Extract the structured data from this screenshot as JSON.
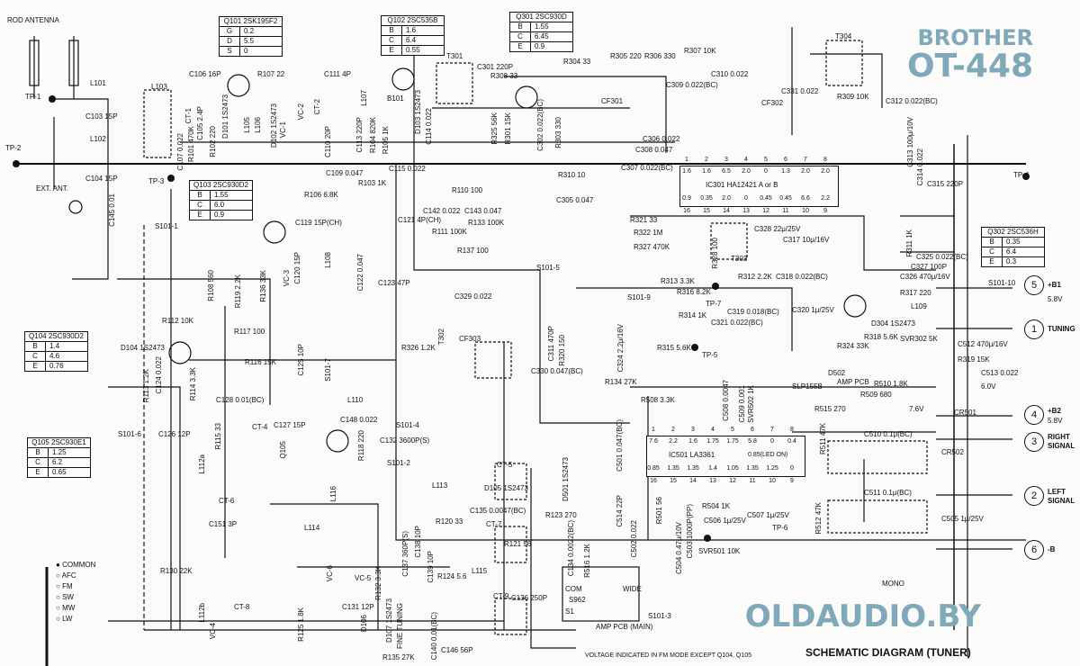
{
  "brand": {
    "line1": "BROTHER",
    "line2": "OT-448",
    "watermark": "OLDAUDIO.BY"
  },
  "title": "SCHEMATIC DIAGRAM (TUNER)",
  "note": "VOLTAGE INDICATED IN FM MODE EXCEPT Q104, Q105",
  "tables": [
    {
      "header": "Q101  2SK195F2",
      "rows": [
        [
          "G",
          "0.2"
        ],
        [
          "D",
          "5.5"
        ],
        [
          "S",
          "0"
        ]
      ]
    },
    {
      "header": "Q102  2SC535B",
      "rows": [
        [
          "B",
          "1.6"
        ],
        [
          "C",
          "6.4"
        ],
        [
          "E",
          "0.55"
        ]
      ]
    },
    {
      "header": "Q301  2SC930D",
      "rows": [
        [
          "B",
          "1.55"
        ],
        [
          "C",
          "6.45"
        ],
        [
          "E",
          "0.9"
        ]
      ]
    },
    {
      "header": "Q103  2SC930D2",
      "rows": [
        [
          "B",
          "1.55"
        ],
        [
          "C",
          "6.0"
        ],
        [
          "E",
          "0.9"
        ]
      ]
    },
    {
      "header": "Q104  2SC930D2",
      "rows": [
        [
          "B",
          "1.4"
        ],
        [
          "C",
          "4.6"
        ],
        [
          "E",
          "0.76"
        ]
      ]
    },
    {
      "header": "Q105  2SC930E1",
      "rows": [
        [
          "B",
          "1.25"
        ],
        [
          "C",
          "6.2"
        ],
        [
          "E",
          "0.65"
        ]
      ]
    },
    {
      "header": "Q302  2SC536H",
      "rows": [
        [
          "B",
          "0.35"
        ],
        [
          "C",
          "6.4"
        ],
        [
          "E",
          "0.3"
        ]
      ]
    }
  ],
  "terminals": [
    {
      "num": "5",
      "label": "+B1",
      "volt": "5.8V"
    },
    {
      "num": "1",
      "label": "TUNING"
    },
    {
      "num": "4",
      "label": "+B2",
      "volt": "5.8V"
    },
    {
      "num": "3",
      "label": "RIGHT SIGNAL"
    },
    {
      "num": "2",
      "label": "LEFT SIGNAL"
    },
    {
      "num": "6",
      "label": "-B"
    }
  ],
  "ic301": {
    "name": "IC301   HA12421 A or B",
    "top": [
      "1.6",
      "1.6",
      "6.5",
      "2.0",
      "0",
      "1.3",
      "2.0",
      "2.0"
    ],
    "top_pins": [
      "1",
      "2",
      "3",
      "4",
      "5",
      "6",
      "7",
      "8"
    ],
    "bottom": [
      "0.9",
      "0.35",
      "2.0",
      "0",
      "0.45",
      "0.45",
      "6.6",
      "2.2"
    ],
    "bottom_pins": [
      "16",
      "15",
      "14",
      "13",
      "12",
      "11",
      "10",
      "9"
    ]
  },
  "ic501": {
    "name": "IC501   LA3361",
    "top": [
      "7.6",
      "2.2",
      "1.6",
      "1.75",
      "1.75",
      "5.8",
      "0",
      "0.4"
    ],
    "top_pins": [
      "1",
      "2",
      "3",
      "4",
      "5",
      "6",
      "7",
      "8"
    ],
    "extra": "0.85(LED ON)",
    "bottom": [
      "0.85",
      "1.35",
      "1.35",
      "1.4",
      "1.05",
      "1.35",
      "1.25",
      "0"
    ],
    "bottom_pins": [
      "16",
      "15",
      "14",
      "13",
      "12",
      "11",
      "10",
      "9"
    ]
  },
  "legend": {
    "items": [
      "COMMON",
      "AFC",
      "FM",
      "SW",
      "MW",
      "LW"
    ]
  },
  "labels": [
    "ROD ANTENNA",
    "TP-1",
    "L101",
    "C103 15P",
    "TP-2",
    "L102",
    "C104 15P",
    "EXT. ANT.",
    "C145 0.01",
    "L103",
    "C106 16P",
    "CT-1",
    "C105 2.4P",
    "R101 470K",
    "C107 0.022",
    "R102 220",
    "D101 1S2473",
    "L105",
    "L106",
    "D102 1S2473",
    "VC-1",
    "VC-2",
    "CT-2",
    "R107 22",
    "C111 4P",
    "C110 20P",
    "L107",
    "C113 220P",
    "R104 820K",
    "R105 1K",
    "B101",
    "D103 1S2473",
    "C114 0.022",
    "T301",
    "C301 220P",
    "R308 33",
    "R325 56K",
    "R301 15K",
    "C302 0.022(BC)",
    "R303 330",
    "R304 33",
    "R305 220",
    "CF301",
    "R306 330",
    "C309 0.022(BC)",
    "C310 0.022",
    "R307 10K",
    "T304",
    "R309 10K",
    "CF302",
    "C331 0.022",
    "C312 0.022(BC)",
    "C313 100μ/10V",
    "C314 0.022",
    "C315 220P",
    "TP-4",
    "C306 0.022",
    "C307 0.022(BC)",
    "C308 0.047",
    "C109 0.047",
    "R103 1K",
    "C115 0.022",
    "TP-3",
    "R106 6.8K",
    "C119 15P(CH)",
    "C121 4P(CH)",
    "R110 100",
    "C142 0.022",
    "R111 100K",
    "C143 0.047",
    "R133 100K",
    "C305 0.047",
    "R310 10",
    "R321 33",
    "R322 1M",
    "R327 470K",
    "R328 100",
    "T303",
    "C328 22μ/25V",
    "C317 10μ/16V",
    "R311 1K",
    "C327 100P",
    "C325 0.022(BC)",
    "C326 470μ/16V",
    "R317 220",
    "S101-10",
    "R137 100",
    "S101-1",
    "S101-5",
    "C329 0.022",
    "R312 2.2K",
    "C318 0.022(BC)",
    "R313 3.3K",
    "R316 8.2K",
    "TP-7",
    "C319 0.018(BC)",
    "C320 1μ/25V",
    "C321 0.022(BC)",
    "R314 1K",
    "S101-9",
    "R315 5.6K",
    "TP-5",
    "D304 1S2473",
    "R318 5.6K",
    "SVR302 5K",
    "R324 33K",
    "C512 470μ/16V",
    "R319 15K",
    "C513 0.022",
    "6.0V",
    "L109",
    "R108 560",
    "R119 2.2K",
    "R136 33K",
    "VC-3",
    "C120 15P",
    "L108",
    "C122 0.047",
    "C123 47P",
    "R112 10K",
    "R117 100",
    "R326 1.2K",
    "T302",
    "CF303",
    "R320 150",
    "C330 0.047(BC)",
    "C311 470P",
    "C324 2.2μ/16V",
    "R134 27K",
    "D104 1S2473",
    "C124 0.022",
    "R113 1.2K",
    "R114 3.3K",
    "R116 15K",
    "C125 10P",
    "C128 0.01(BC)",
    "S101-7",
    "L110",
    "CT-4",
    "R115 33",
    "C127 15P",
    "Q105",
    "C148 0.022",
    "R118 220",
    "S101-4",
    "C132 3600P(S)",
    "S101-2",
    "S101-6",
    "C126 12P",
    "L112a",
    "CT-6",
    "C151 3P",
    "L113",
    "CT-5",
    "D105 1S2473",
    "D501 1S2473",
    "C501 0.047(BC)",
    "R508 3.3K",
    "C508 0.0047",
    "C509 0.001",
    "SVR502 1K",
    "SLP155B",
    "D502",
    "AMP PCB",
    "R509 680",
    "R510 1.8K",
    "R515 270",
    "7.6V",
    "CR501",
    "C510 0.1μ(BC)",
    "R511 47K",
    "CR502",
    "C511 0.1μ(BC)",
    "R512 47K",
    "C505 1μ/25V",
    "R504 1K",
    "C506 1μ/25V",
    "C507 1μ/25V",
    "TP-6",
    "SVR501 10K",
    "C504 0.47μ/10V",
    "C503 1000P(PP)",
    "R501 56",
    "C502 0.022",
    "C514 22P",
    "R516 1.2K",
    "MONO",
    "COM",
    "WIDE",
    "S1",
    "S962",
    "AMP PCB (MAIN)",
    "S101-3",
    "L114",
    "CT-7",
    "R121 56",
    "R123 270",
    "C134 0.0022(BC)",
    "R120 33",
    "C135 0.0047(BC)",
    "R124 5.6",
    "L115",
    "CT-9",
    "C136 250P",
    "C137 360P(S)",
    "C138 10P",
    "C139 10P",
    "C140 0.01(BC)",
    "C146 56P",
    "L112b",
    "CT-8",
    "VC-4",
    "R130 22K",
    "R125 1.8K",
    "VC-6",
    "C131 12P",
    "VC-5",
    "R132 3.3K",
    "D107 1S2473",
    "FINE TUNING",
    "D106",
    "R135 27K",
    "L116"
  ]
}
